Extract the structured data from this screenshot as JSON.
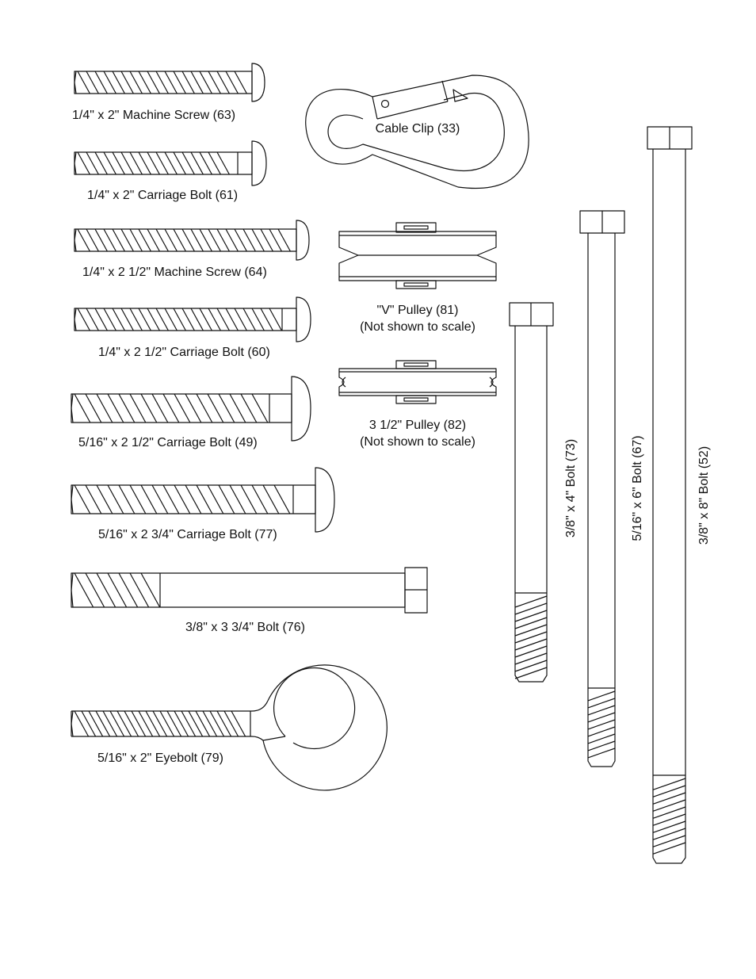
{
  "parts": [
    {
      "id": "63",
      "label": "1/4\" x 2\" Machine Screw (63)"
    },
    {
      "id": "61",
      "label": "1/4\" x 2\" Carriage Bolt (61)"
    },
    {
      "id": "64",
      "label": "1/4\" x 2 1/2\" Machine Screw (64)"
    },
    {
      "id": "60",
      "label": "1/4\" x 2 1/2\" Carriage Bolt (60)"
    },
    {
      "id": "49",
      "label": "5/16\" x 2 1/2\" Carriage Bolt (49)"
    },
    {
      "id": "77",
      "label": "5/16\" x 2 3/4\" Carriage Bolt (77)"
    },
    {
      "id": "76",
      "label": "3/8\" x 3 3/4\" Bolt (76)"
    },
    {
      "id": "79",
      "label": "5/16\" x 2\" Eyebolt (79)"
    },
    {
      "id": "33",
      "label": "Cable Clip (33)"
    },
    {
      "id": "81",
      "label": "\"V\" Pulley (81)",
      "note": "(Not shown to scale)"
    },
    {
      "id": "82",
      "label": "3 1/2\" Pulley (82)",
      "note": "(Not shown to scale)"
    },
    {
      "id": "73",
      "label": "3/8\" x 4\" Bolt (73)"
    },
    {
      "id": "67",
      "label": "5/16\" x 6\" Bolt (67)"
    },
    {
      "id": "52",
      "label": "3/8\" x 8\" Bolt (52)"
    }
  ]
}
